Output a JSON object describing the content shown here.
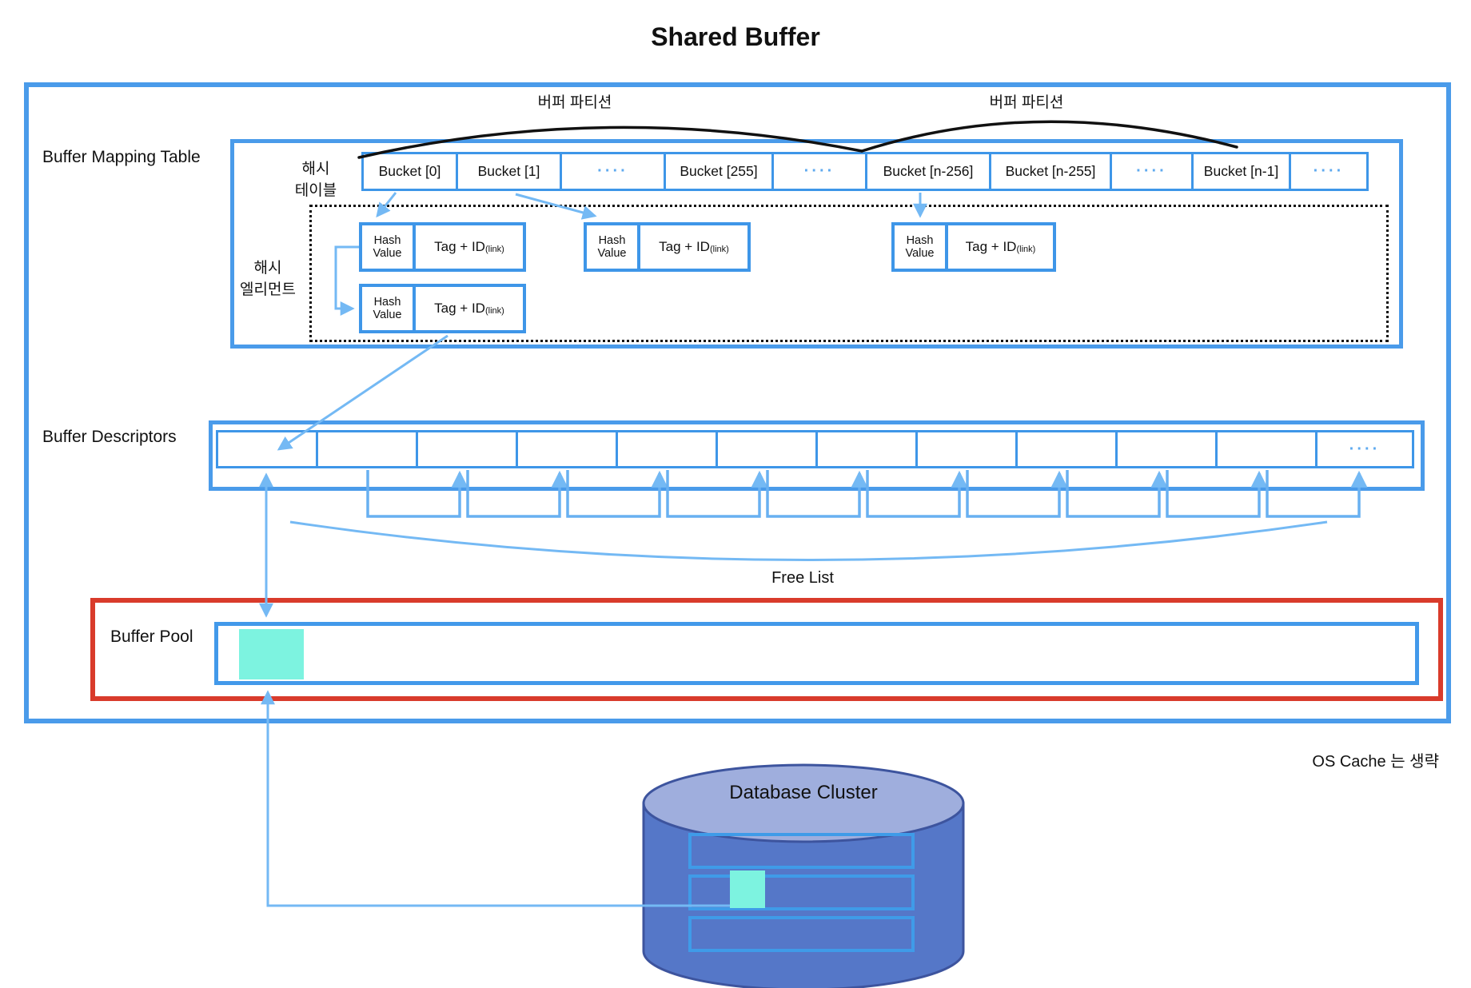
{
  "title": "Shared Buffer",
  "buffer_mapping_table": {
    "label": "Buffer Mapping Table",
    "partition_labels": [
      "버퍼 파티션",
      "버퍼 파티션"
    ],
    "hash_table_label": {
      "line1": "해시",
      "line2": "테이블"
    },
    "hash_element_label": {
      "line1": "해시",
      "line2": "엘리먼트"
    },
    "buckets": [
      "Bucket [0]",
      "Bucket [1]",
      "····",
      "Bucket [255]",
      "····",
      "Bucket [n-256]",
      "Bucket [n-255]",
      "····",
      "Bucket [n-1]",
      "····"
    ],
    "hash_elements": [
      {
        "hash_line1": "Hash",
        "hash_line2": "Value",
        "tag": "Tag  +  ID",
        "tag_sub": "(link)"
      },
      {
        "hash_line1": "Hash",
        "hash_line2": "Value",
        "tag": "Tag  +  ID",
        "tag_sub": "(link)"
      },
      {
        "hash_line1": "Hash",
        "hash_line2": "Value",
        "tag": "Tag  +  ID",
        "tag_sub": "(link)"
      },
      {
        "hash_line1": "Hash",
        "hash_line2": "Value",
        "tag": "Tag  +  ID",
        "tag_sub": "(link)"
      }
    ]
  },
  "buffer_descriptors": {
    "label": "Buffer Descriptors",
    "last_cell_dots": "····"
  },
  "free_list": {
    "label": "Free List"
  },
  "buffer_pool": {
    "label": "Buffer Pool"
  },
  "os_cache_note": "OS Cache 는 생략",
  "database_cluster": {
    "label": "Database Cluster"
  },
  "colors": {
    "box_blue": "#4A9BEA",
    "cell_blue": "#3E96E8",
    "arrow_blue": "#74B9F4",
    "dots_blue": "#5FAAEF",
    "pool_red": "#D93B2B",
    "page_cyan": "#7DF3E0",
    "cylinder_body": "#5577C8",
    "cylinder_top": "#9FAEDD",
    "cylinder_stroke": "#3D549E",
    "arc_black": "#111111"
  }
}
